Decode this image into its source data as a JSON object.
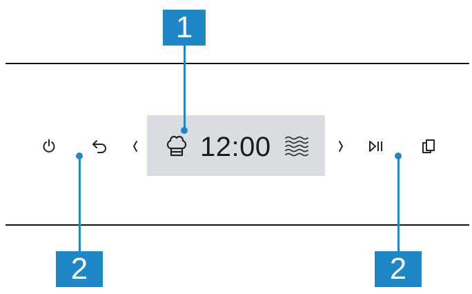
{
  "display": {
    "time": "12:00"
  },
  "callouts": {
    "display_label": "1",
    "left_buttons_label": "2",
    "right_buttons_label": "2"
  },
  "icons": {
    "power": "power-icon",
    "back": "back-arrow-icon",
    "previous": "chevron-left-icon",
    "chef": "chef-hat-icon",
    "heating_mode": "heat-waves-icon",
    "next": "chevron-right-icon",
    "start_pause": "play-pause-icon",
    "menu": "menu-pages-icon"
  },
  "colors": {
    "callout": "#1e88c7",
    "display_bg": "#d9dde1"
  }
}
